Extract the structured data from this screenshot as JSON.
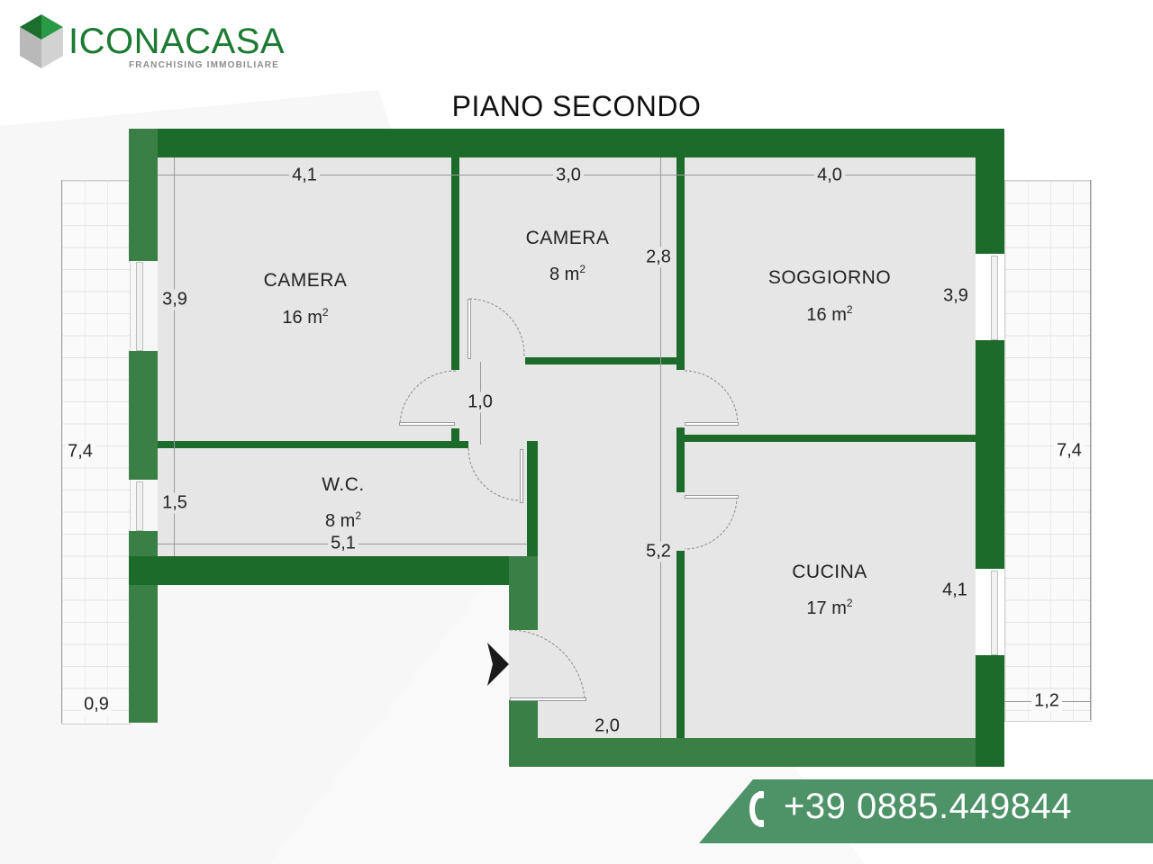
{
  "brand": {
    "name": "ICONACASA",
    "tagline": "FRANCHISING IMMOBILIARE",
    "colors": {
      "primary": "#1d7a33",
      "wall": "#1d6b2a",
      "banner": "#4e9268",
      "floor": "#e6e6e6"
    }
  },
  "plan": {
    "title": "PIANO SECONDO",
    "rooms": [
      {
        "name": "CAMERA",
        "area": "16 m",
        "unit_sup": "2"
      },
      {
        "name": "CAMERA",
        "area": "8 m",
        "unit_sup": "2"
      },
      {
        "name": "SOGGIORNO",
        "area": "16 m",
        "unit_sup": "2"
      },
      {
        "name": "W.C.",
        "area": "8 m",
        "unit_sup": "2"
      },
      {
        "name": "CUCINA",
        "area": "17 m",
        "unit_sup": "2"
      }
    ],
    "dimensions": {
      "camera1_width": "4,1",
      "camera1_height": "3,9",
      "camera2_width": "3,0",
      "camera2_height": "2,8",
      "soggiorno_width": "4,0",
      "soggiorno_height": "3,9",
      "corridor_gap": "1,0",
      "wc_height": "1,5",
      "wc_width": "5,1",
      "corridor_length": "5,2",
      "corridor_width": "2,0",
      "cucina_height": "4,1",
      "left_balcony_length": "7,4",
      "left_balcony_width": "0,9",
      "right_balcony_length": "7,4",
      "right_balcony_width": "1,2"
    },
    "icons": {
      "entry": "entry-arrow-icon"
    }
  },
  "contact": {
    "phone": "+39 0885.449844",
    "icon": "phone-icon"
  }
}
